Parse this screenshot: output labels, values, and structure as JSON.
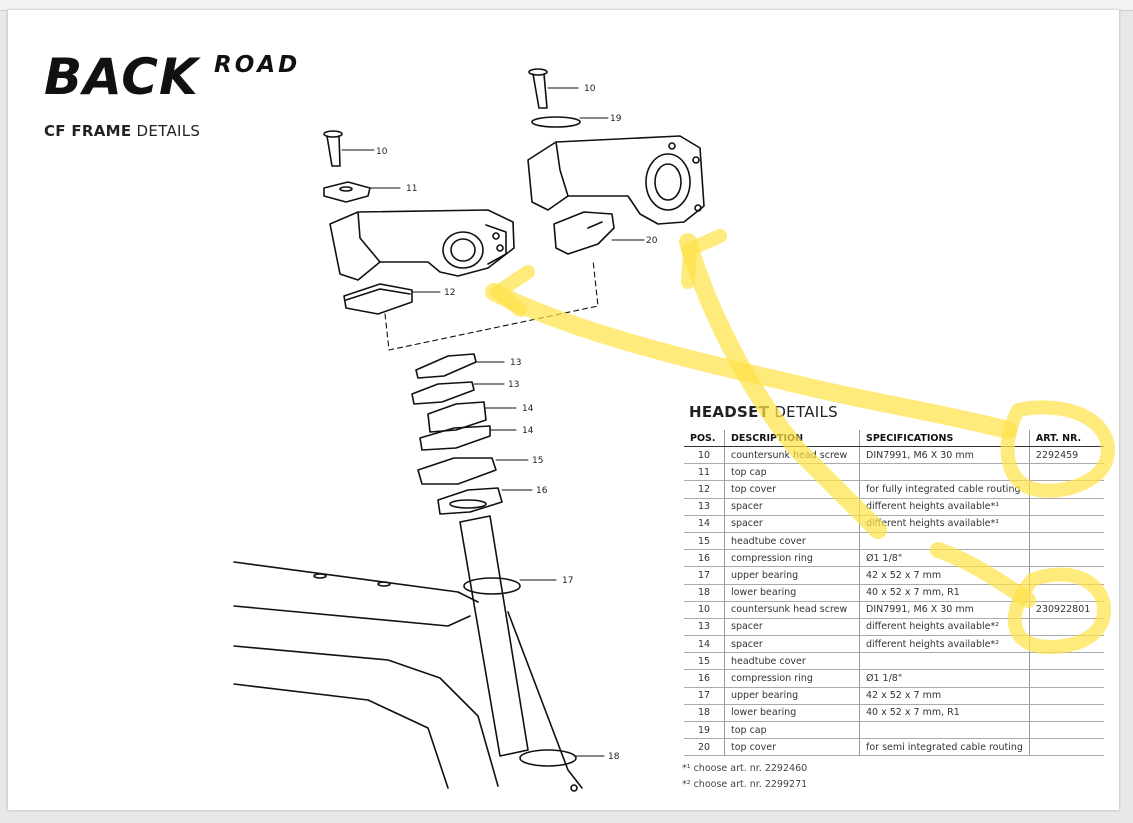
{
  "logo": {
    "main": "BACK",
    "sub": "ROAD"
  },
  "subtitle": {
    "bold": "CF FRAME",
    "rest": " DETAILS"
  },
  "table_title": {
    "bold": "HEADSET",
    "rest": " DETAILS"
  },
  "table": {
    "headers": [
      "POS.",
      "DESCRIPTION",
      "SPECIFICATIONS",
      "ART. NR."
    ],
    "rows": [
      [
        "10",
        "countersunk head screw",
        "DIN7991, M6 X 30 mm",
        "2292459"
      ],
      [
        "11",
        "top cap",
        "",
        ""
      ],
      [
        "12",
        "top cover",
        "for fully integrated cable routing",
        ""
      ],
      [
        "13",
        "spacer",
        "different heights available*¹",
        ""
      ],
      [
        "14",
        "spacer",
        "different heights available*¹",
        ""
      ],
      [
        "15",
        "headtube cover",
        "",
        ""
      ],
      [
        "16",
        "compression ring",
        "Ø1 1/8\"",
        ""
      ],
      [
        "17",
        "upper bearing",
        "42 x 52 x 7 mm",
        ""
      ],
      [
        "18",
        "lower bearing",
        "40 x 52 x 7 mm, R1",
        ""
      ],
      [
        "10",
        "countersunk head screw",
        "DIN7991, M6 X 30 mm",
        "230922801"
      ],
      [
        "13",
        "spacer",
        "different heights available*²",
        ""
      ],
      [
        "14",
        "spacer",
        "different heights available*²",
        ""
      ],
      [
        "15",
        "headtube cover",
        "",
        ""
      ],
      [
        "16",
        "compression ring",
        "Ø1 1/8\"",
        ""
      ],
      [
        "17",
        "upper bearing",
        "42 x 52 x 7 mm",
        ""
      ],
      [
        "18",
        "lower bearing",
        "40 x 52 x 7 mm, R1",
        ""
      ],
      [
        "19",
        "top cap",
        "",
        ""
      ],
      [
        "20",
        "top cover",
        "for semi integrated cable routing",
        ""
      ]
    ]
  },
  "footnotes": [
    "*¹ choose art. nr. 2292460",
    "*² choose art. nr. 2299271"
  ],
  "callouts": {
    "a10": "10",
    "a11": "11",
    "a12": "12",
    "b10": "10",
    "b19": "19",
    "b20": "20",
    "s13a": "13",
    "s13b": "13",
    "s14a": "14",
    "s14b": "14",
    "s15": "15",
    "s16": "16",
    "s17": "17",
    "s18": "18"
  },
  "colors": {
    "highlighter": "#ffe24a",
    "ink": "#111111"
  }
}
